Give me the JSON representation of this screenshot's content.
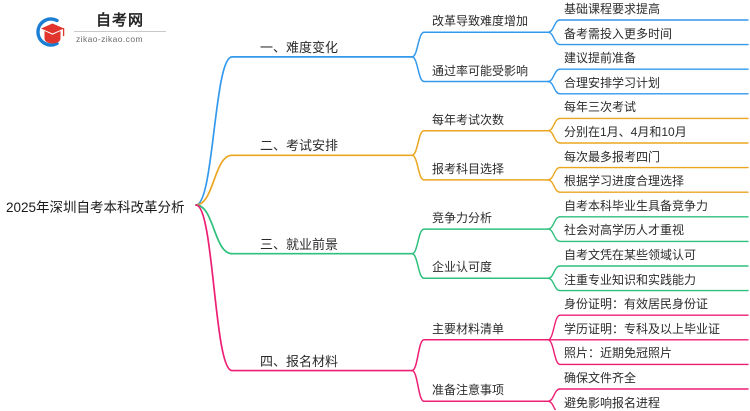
{
  "logo": {
    "name_cn": "自考网",
    "domain": "zikao-zikao.com",
    "mark": "graduation-cap-circle-logo",
    "circle_color": "#1a7fd4",
    "cap_color": "#e0342c"
  },
  "root": {
    "label": "2025年深圳自考本科改革分析"
  },
  "colors": {
    "branch1": "#3399ec",
    "branch2": "#eba521",
    "branch3": "#2fc07c",
    "branch4": "#ed1f74"
  },
  "branches": [
    {
      "id": "difficulty",
      "label": "一、难度变化",
      "color": "#3399ec",
      "children": [
        {
          "label": "改革导致难度增加",
          "leaves": [
            "基础课程要求提高",
            "备考需投入更多时间"
          ]
        },
        {
          "label": "通过率可能受影响",
          "leaves": [
            "建议提前准备",
            "合理安排学习计划"
          ]
        }
      ]
    },
    {
      "id": "exam-schedule",
      "label": "二、考试安排",
      "color": "#eba521",
      "children": [
        {
          "label": "每年考试次数",
          "leaves": [
            "每年三次考试",
            "分别在1月、4月和10月"
          ]
        },
        {
          "label": "报考科目选择",
          "leaves": [
            "每次最多报考四门",
            "根据学习进度合理选择"
          ]
        }
      ]
    },
    {
      "id": "employment",
      "label": "三、就业前景",
      "color": "#2fc07c",
      "children": [
        {
          "label": "竞争力分析",
          "leaves": [
            "自考本科毕业生具备竞争力",
            "社会对高学历人才重视"
          ]
        },
        {
          "label": "企业认可度",
          "leaves": [
            "自考文凭在某些领域认可",
            "注重专业知识和实践能力"
          ]
        }
      ]
    },
    {
      "id": "application-materials",
      "label": "四、报名材料",
      "color": "#ed1f74",
      "children": [
        {
          "label": "主要材料清单",
          "leaves": [
            "身份证明：有效居民身份证",
            "学历证明：专科及以上毕业证",
            "照片：近期免冠照片"
          ]
        },
        {
          "label": "准备注意事项",
          "leaves": [
            "确保文件齐全",
            "避免影响报名进程"
          ]
        }
      ]
    }
  ]
}
